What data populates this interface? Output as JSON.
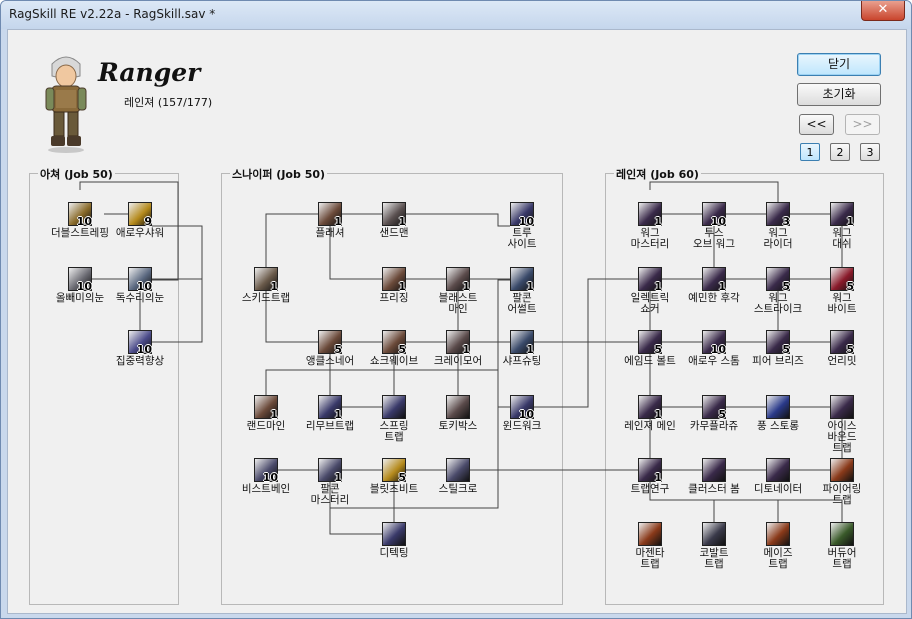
{
  "window": {
    "title": "RagSkill RE v2.22a - RagSkill.sav *",
    "close_glyph": "✕"
  },
  "header": {
    "job": "Ranger",
    "subtitle": "레인져 (157/177)"
  },
  "buttons": {
    "close": "닫기",
    "reset": "초기화",
    "prev": "<<",
    "next": ">>"
  },
  "pages": [
    "1",
    "2",
    "3"
  ],
  "groups": [
    {
      "id": "archer",
      "title": "아쳐 (Job 50)"
    },
    {
      "id": "sniper",
      "title": "스나이퍼 (Job 50)"
    },
    {
      "id": "ranger",
      "title": "레인져 (Job 60)"
    }
  ],
  "skills": [
    {
      "id": "double-strafe",
      "name": "더블스트레핑",
      "level": "10",
      "color": "#8a6b2a"
    },
    {
      "id": "arrow-shower",
      "name": "애로우샤워",
      "level": "9",
      "color": "#b58a1c"
    },
    {
      "id": "owls-eye",
      "name": "올빼미의눈",
      "level": "10",
      "color": "#6a6a72"
    },
    {
      "id": "vultures-eye",
      "name": "독수리의눈",
      "level": "10",
      "color": "#5a6880"
    },
    {
      "id": "improve-concentration",
      "name": "집중력향상",
      "level": "10",
      "color": "#4b4b8a"
    },
    {
      "id": "flasher",
      "name": "플래셔",
      "level": "1",
      "color": "#6b4a3a"
    },
    {
      "id": "sandman",
      "name": "샌드맨",
      "level": "1",
      "color": "#5a5050"
    },
    {
      "id": "true-sight",
      "name": "트루\n사이트",
      "level": "10",
      "color": "#3a3a6a"
    },
    {
      "id": "skid-trap",
      "name": "스키드트랩",
      "level": "1",
      "color": "#6a5a4a"
    },
    {
      "id": "freezing",
      "name": "프리징",
      "level": "1",
      "color": "#6b4a3a"
    },
    {
      "id": "blast-mine",
      "name": "블래스트\n마인",
      "level": "1",
      "color": "#5a4a4a"
    },
    {
      "id": "falcon-assault",
      "name": "팔콘\n어썰트",
      "level": "1",
      "color": "#3a4a6a"
    },
    {
      "id": "ankle-snare",
      "name": "앵클스네어",
      "level": "5",
      "color": "#6b4a3a"
    },
    {
      "id": "shockwave",
      "name": "쇼크웨이브",
      "level": "5",
      "color": "#6b4a3a"
    },
    {
      "id": "claymore",
      "name": "크레이모어",
      "level": "1",
      "color": "#5a4a4a"
    },
    {
      "id": "sharp-shooting",
      "name": "샤프슈팅",
      "level": "1",
      "color": "#3a4a6a"
    },
    {
      "id": "land-mine",
      "name": "랜드마인",
      "level": "1",
      "color": "#6b4a3a"
    },
    {
      "id": "remove-trap",
      "name": "리무브트랩",
      "level": "1",
      "color": "#3a3a6a"
    },
    {
      "id": "spring-trap",
      "name": "스프링\n트랩",
      "level": "",
      "color": "#3a3a6a"
    },
    {
      "id": "talkie-box",
      "name": "토키박스",
      "level": "",
      "color": "#5a4a4a"
    },
    {
      "id": "wind-walk",
      "name": "윈드워크",
      "level": "10",
      "color": "#3a3a6a"
    },
    {
      "id": "beast-bane",
      "name": "비스트베인",
      "level": "10",
      "color": "#4a4a6a"
    },
    {
      "id": "falconry-mastery",
      "name": "팔콘\n마스터리",
      "level": "1",
      "color": "#4a4a6a"
    },
    {
      "id": "blitz-beat",
      "name": "블릿츠비트",
      "level": "5",
      "color": "#b58a1c"
    },
    {
      "id": "steel-crow",
      "name": "스틸크로",
      "level": "",
      "color": "#4a4a6a"
    },
    {
      "id": "detecting",
      "name": "디텍팅",
      "level": "",
      "color": "#3a3a6a"
    },
    {
      "id": "warg-mastery",
      "name": "워그\n마스터리",
      "level": "1",
      "color": "#3a2a4a"
    },
    {
      "id": "tooth-of-warg",
      "name": "투스\n오브 워그",
      "level": "10",
      "color": "#3a2a4a"
    },
    {
      "id": "warg-rider",
      "name": "워그\n라이더",
      "level": "3",
      "color": "#3a2a4a"
    },
    {
      "id": "warg-dash",
      "name": "워그\n대쉬",
      "level": "1",
      "color": "#3a2a4a"
    },
    {
      "id": "electric-shocker",
      "name": "일렉트릭\n쇼커",
      "level": "1",
      "color": "#3a2a4a"
    },
    {
      "id": "sensitive-smell",
      "name": "예민한 후각",
      "level": "1",
      "color": "#3a2a4a"
    },
    {
      "id": "warg-strike",
      "name": "워그\n스트라이크",
      "level": "5",
      "color": "#3a2a4a"
    },
    {
      "id": "warg-bite",
      "name": "워그\n바이트",
      "level": "5",
      "color": "#8a1a2a"
    },
    {
      "id": "aimed-bolt",
      "name": "에임드 볼트",
      "level": "5",
      "color": "#3a2a4a"
    },
    {
      "id": "arrow-storm",
      "name": "애로우 스톰",
      "level": "10",
      "color": "#3a2a4a"
    },
    {
      "id": "fear-breeze",
      "name": "피어 브리즈",
      "level": "5",
      "color": "#3a2a4a"
    },
    {
      "id": "unlimit",
      "name": "언리밋",
      "level": "5",
      "color": "#3a2a4a"
    },
    {
      "id": "ranger-main",
      "name": "레인져 메인",
      "level": "1",
      "color": "#3a2a4a"
    },
    {
      "id": "camouflage",
      "name": "카무플라쥬",
      "level": "5",
      "color": "#3a2a4a"
    },
    {
      "id": "wind-storm",
      "name": "풍 스토롱",
      "level": "",
      "color": "#2a3a8a"
    },
    {
      "id": "icebound-trap",
      "name": "아이스\n바운드\n트랩",
      "level": "",
      "color": "#3a2a4a"
    },
    {
      "id": "research-trap",
      "name": "트랩연구",
      "level": "1",
      "color": "#3a2a4a"
    },
    {
      "id": "cluster-bomb",
      "name": "클러스터 봄",
      "level": "",
      "color": "#3a2a4a"
    },
    {
      "id": "detonator",
      "name": "디토네이터",
      "level": "",
      "color": "#3a2a4a"
    },
    {
      "id": "firing-trap",
      "name": "파이어링\n트랩",
      "level": "",
      "color": "#8a3a1a"
    },
    {
      "id": "magenta-trap",
      "name": "마젠타\n트랩",
      "level": "",
      "color": "#8a3a1a"
    },
    {
      "id": "cobalt-trap",
      "name": "코발트\n트랩",
      "level": "",
      "color": "#3a3a4a"
    },
    {
      "id": "maize-trap",
      "name": "메이즈\n트랩",
      "level": "",
      "color": "#8a3a1a"
    },
    {
      "id": "verdure-trap",
      "name": "버듀어\n트랩",
      "level": "",
      "color": "#3a5a2a"
    }
  ]
}
